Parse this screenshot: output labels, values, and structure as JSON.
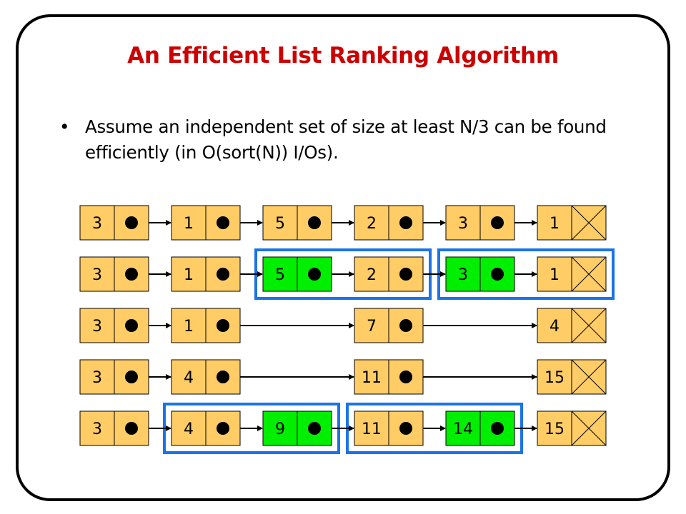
{
  "slide": {
    "title": "An Efficient List Ranking Algorithm",
    "bullet_symbol": "•",
    "bullet_text": "Assume an independent set of size at least N/3 can be found efficiently (in O(sort(N)) I/Os)."
  },
  "colors": {
    "node": "#ffcc66",
    "selected": "#00ee00",
    "highlight": "#1a73e8",
    "title": "#cc0000"
  },
  "rows": [
    {
      "nodes": [
        {
          "slot": 0,
          "value": "3",
          "selected": false
        },
        {
          "slot": 1,
          "value": "1",
          "selected": false
        },
        {
          "slot": 2,
          "value": "5",
          "selected": false
        },
        {
          "slot": 3,
          "value": "2",
          "selected": false
        },
        {
          "slot": 4,
          "value": "3",
          "selected": false
        },
        {
          "slot": 5,
          "value": "1",
          "selected": false,
          "terminal": true
        }
      ],
      "groups": []
    },
    {
      "nodes": [
        {
          "slot": 0,
          "value": "3",
          "selected": false
        },
        {
          "slot": 1,
          "value": "1",
          "selected": false
        },
        {
          "slot": 2,
          "value": "5",
          "selected": true
        },
        {
          "slot": 3,
          "value": "2",
          "selected": false
        },
        {
          "slot": 4,
          "value": "3",
          "selected": true
        },
        {
          "slot": 5,
          "value": "1",
          "selected": false,
          "terminal": true
        }
      ],
      "groups": [
        [
          2,
          3
        ],
        [
          4,
          5
        ]
      ]
    },
    {
      "nodes": [
        {
          "slot": 0,
          "value": "3",
          "selected": false
        },
        {
          "slot": 1,
          "value": "1",
          "selected": false
        },
        {
          "slot": 3,
          "value": "7",
          "selected": false
        },
        {
          "slot": 5,
          "value": "4",
          "selected": false,
          "terminal": true
        }
      ],
      "groups": []
    },
    {
      "nodes": [
        {
          "slot": 0,
          "value": "3",
          "selected": false
        },
        {
          "slot": 1,
          "value": "4",
          "selected": false
        },
        {
          "slot": 3,
          "value": "11",
          "selected": false
        },
        {
          "slot": 5,
          "value": "15",
          "selected": false,
          "terminal": true
        }
      ],
      "groups": []
    },
    {
      "nodes": [
        {
          "slot": 0,
          "value": "3",
          "selected": false
        },
        {
          "slot": 1,
          "value": "4",
          "selected": false
        },
        {
          "slot": 2,
          "value": "9",
          "selected": true
        },
        {
          "slot": 3,
          "value": "11",
          "selected": false
        },
        {
          "slot": 4,
          "value": "14",
          "selected": true
        },
        {
          "slot": 5,
          "value": "15",
          "selected": false,
          "terminal": true
        }
      ],
      "groups": [
        [
          1,
          2
        ],
        [
          3,
          4
        ]
      ]
    }
  ]
}
